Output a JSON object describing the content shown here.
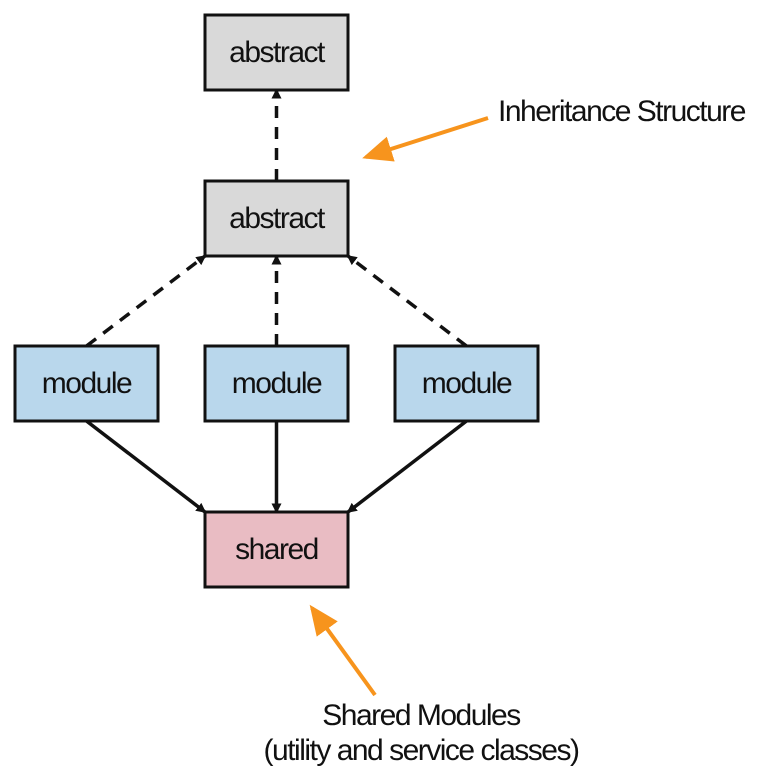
{
  "nodes": {
    "abstract_top": {
      "label": "abstract",
      "color": "#d9d9d9"
    },
    "abstract_mid": {
      "label": "abstract",
      "color": "#d9d9d9"
    },
    "module_left": {
      "label": "module",
      "color": "#b9d7ec"
    },
    "module_center": {
      "label": "module",
      "color": "#b9d7ec"
    },
    "module_right": {
      "label": "module",
      "color": "#b9d7ec"
    },
    "shared": {
      "label": "shared",
      "color": "#e9bcc3"
    }
  },
  "edges": [
    {
      "from": "abstract_mid",
      "to": "abstract_top",
      "style": "dashed"
    },
    {
      "from": "module_left",
      "to": "abstract_mid",
      "style": "dashed"
    },
    {
      "from": "module_center",
      "to": "abstract_mid",
      "style": "dashed"
    },
    {
      "from": "module_right",
      "to": "abstract_mid",
      "style": "dashed"
    },
    {
      "from": "module_left",
      "to": "shared",
      "style": "solid"
    },
    {
      "from": "module_center",
      "to": "shared",
      "style": "solid"
    },
    {
      "from": "module_right",
      "to": "shared",
      "style": "solid"
    }
  ],
  "callouts": {
    "inheritance": {
      "label": "Inheritance Structure",
      "color": "#f7941d"
    },
    "shared_modules": {
      "line1": "Shared Modules",
      "line2": "(utility and service classes)",
      "color": "#f7941d"
    }
  }
}
